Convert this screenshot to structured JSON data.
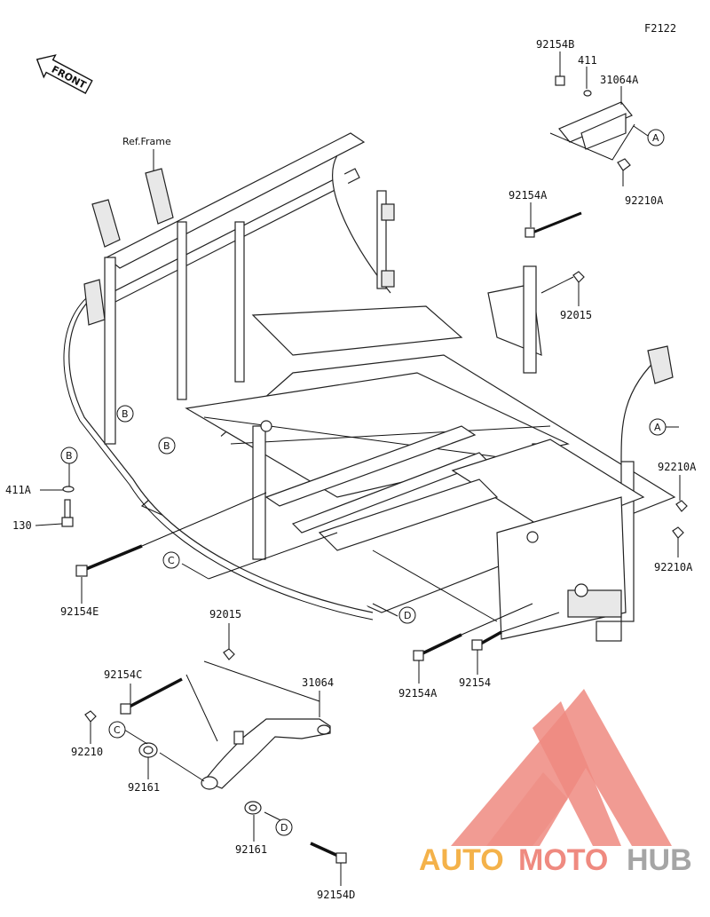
{
  "figure_code": "F2122",
  "front_label": "FRONT",
  "ref_frame": "Ref.Frame",
  "part_labels": {
    "p92154B": "92154B",
    "p411": "411",
    "p31064A": "31064A",
    "p92154A_top": "92154A",
    "p92210A_top": "92210A",
    "p92015_top": "92015",
    "p92210A_r1": "92210A",
    "p92210A_r2": "92210A",
    "p411A": "411A",
    "p130": "130",
    "p92154E": "92154E",
    "p92154A_bottom": "92154A",
    "p92154": "92154",
    "p92015_bottom": "92015",
    "p92154C": "92154C",
    "p31064": "31064",
    "p92210": "92210",
    "p92161_1": "92161",
    "p92161_2": "92161",
    "p92154D": "92154D"
  },
  "callouts": {
    "A_top": "A",
    "A_frame": "A",
    "B_left1": "B",
    "B_left2": "B",
    "B_detail": "B",
    "C_frame": "C",
    "C_detail": "C",
    "D_frame": "D",
    "D_detail": "D"
  },
  "watermark": {
    "text_auto": "AUTO",
    "text_moto": "MOTO",
    "text_hub": "HUB",
    "color_red": "#ef8a80",
    "color_orange": "#f4b24a",
    "color_gray": "#a5a5a5"
  }
}
